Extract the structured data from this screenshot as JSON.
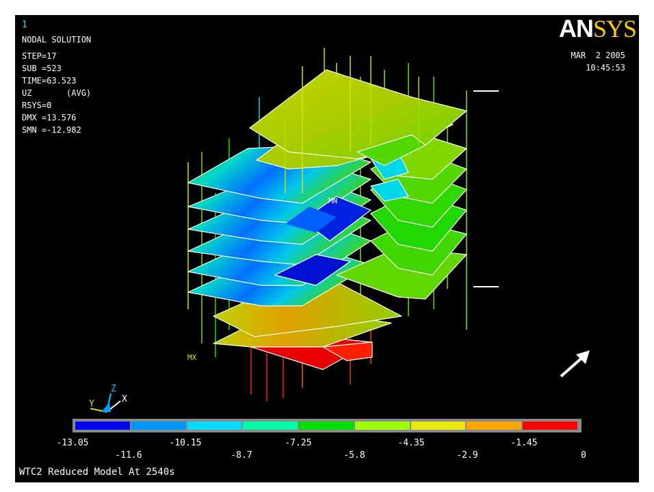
{
  "window_number": "1",
  "plot_title": "NODAL SOLUTION",
  "params": [
    "STEP=17",
    "SUB =523",
    "TIME=63.523",
    "UZ       (AVG)",
    "RSYS=0",
    "DMX =13.576",
    "SMN =-12.982"
  ],
  "logo": {
    "part1": "AN",
    "part2": "SYS"
  },
  "date": "MAR  2 2005",
  "time": "10:45:53",
  "markers": {
    "min": "MN",
    "max": "MX"
  },
  "triad": {
    "y": "Y",
    "z": "Z",
    "x": "X"
  },
  "legend": {
    "colors": [
      "#0000ff",
      "#0096ff",
      "#00dcff",
      "#00ffaa",
      "#00e000",
      "#a0ff00",
      "#e8e800",
      "#ffa500",
      "#ff0000"
    ],
    "top_labels": [
      "-13.05",
      "-10.15",
      "-7.25",
      "-4.35",
      "-1.45"
    ],
    "bottom_labels": [
      "-11.6",
      "-8.7",
      "-5.8",
      "-2.9",
      "0"
    ]
  },
  "footer": "WTC2 Reduced Model At 2540s"
}
